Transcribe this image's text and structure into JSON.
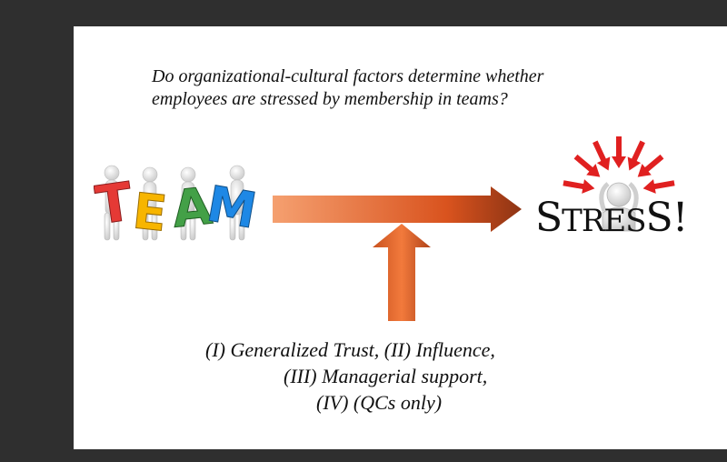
{
  "question": {
    "line1": "Do organizational-cultural factors determine whether",
    "line2": "employees are stressed by membership in teams?"
  },
  "team_logo": {
    "letters": [
      "T",
      "E",
      "A",
      "M"
    ],
    "colors": [
      "#e53935",
      "#f7b500",
      "#43a047",
      "#1e88e5"
    ]
  },
  "stress_logo": {
    "word_big_s": "S",
    "word_middle": "TRES",
    "word_end": "S!",
    "arrow_color": "#e02020"
  },
  "arrow_color": "#d9531e",
  "factors": {
    "line1": "(I)  Generalized Trust, (II) Influence,",
    "line2": "(III) Managerial support,",
    "line3": "(IV) (QCs only)"
  }
}
